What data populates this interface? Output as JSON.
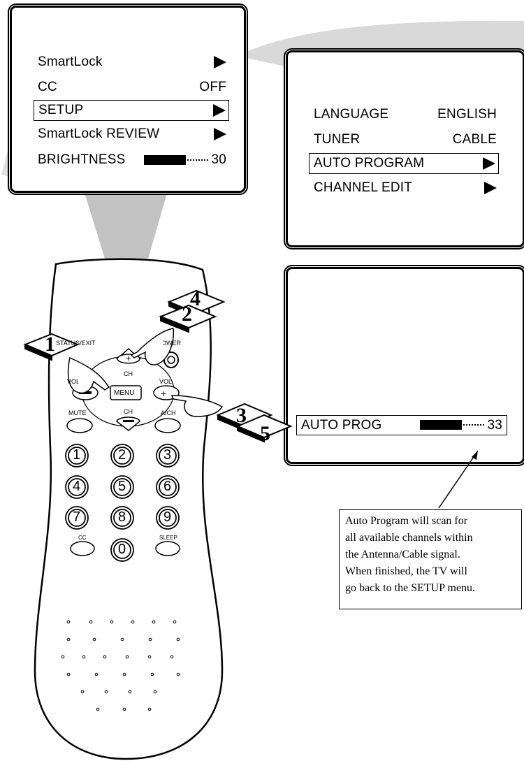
{
  "screen1": {
    "items": [
      {
        "label": "SmartLock",
        "value": "",
        "arrow": true
      },
      {
        "label": "CC",
        "value": "OFF",
        "arrow": false
      },
      {
        "label": "SETUP",
        "value": "",
        "arrow": true
      },
      {
        "label": "SmartLock REVIEW",
        "value": "",
        "arrow": true
      },
      {
        "label": "BRIGHTNESS",
        "value": "30",
        "arrow": false
      }
    ]
  },
  "screen2": {
    "items": [
      {
        "label": "LANGUAGE",
        "value": "ENGLISH"
      },
      {
        "label": "TUNER",
        "value": "CABLE"
      },
      {
        "label": "AUTO PROGRAM",
        "value": ""
      },
      {
        "label": "CHANNEL EDIT",
        "value": ""
      }
    ]
  },
  "screen3": {
    "label": "AUTO PROG",
    "value": "33"
  },
  "remote": {
    "status_exit": "STATUS/EXIT",
    "power": "POWER",
    "ch_up": "CH",
    "ch_down": "CH",
    "vol_left": "VOL",
    "vol_right": "VOL",
    "menu": "MENU",
    "mute": "MUTE",
    "ach": "A/CH",
    "cc": "CC",
    "sleep": "SLEEP",
    "digits": [
      "1",
      "2",
      "3",
      "4",
      "5",
      "6",
      "7",
      "8",
      "9",
      "0"
    ]
  },
  "steps": [
    "1",
    "2",
    "4",
    "3",
    "5"
  ],
  "caption": {
    "lines": [
      "Auto Program will scan for",
      "all available channels within",
      "the Antenna/Cable signal.",
      "When finished, the TV will",
      "go back to the SETUP menu."
    ]
  }
}
